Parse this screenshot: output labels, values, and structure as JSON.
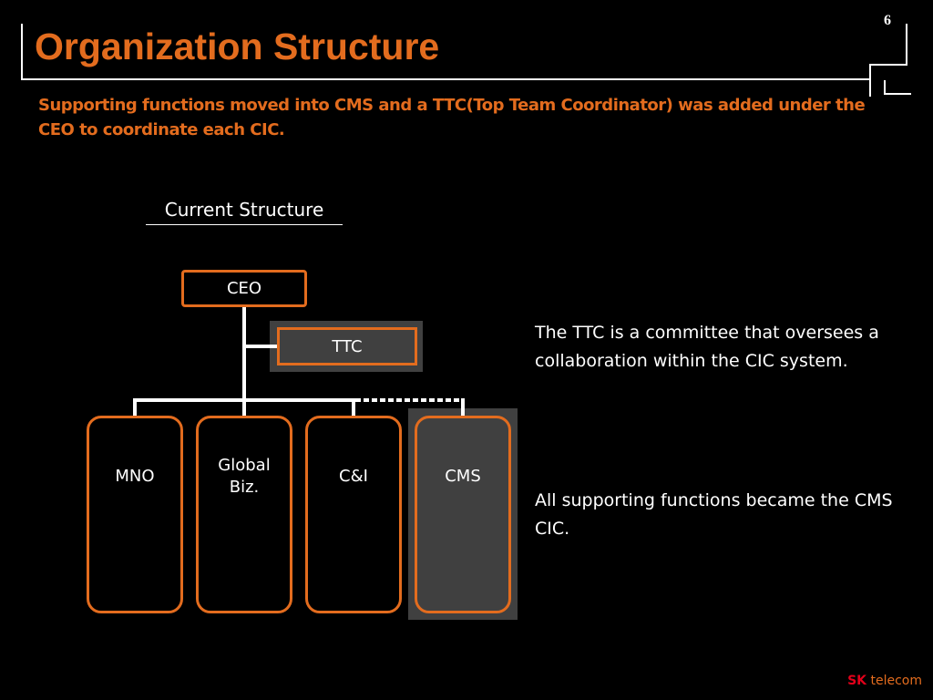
{
  "slide": {
    "title": "Organization Structure",
    "page_number": "6",
    "subtitle": "Supporting functions moved into CMS and a TTC(Top Team Coordinator) was added under the CEO to coordinate each CIC."
  },
  "diagram": {
    "section_label": "Current Structure",
    "ceo": "CEO",
    "ttc": "TTC",
    "cics": [
      {
        "label": "MNO"
      },
      {
        "label": "Global\nBiz."
      },
      {
        "label": "C&I"
      },
      {
        "label": "CMS"
      }
    ]
  },
  "notes": [
    "The TTC is a committee that oversees a collaboration within the CIC system.",
    "All supporting functions became the CMS CIC."
  ],
  "brand": {
    "sk": "SK",
    "telecom": "telecom"
  },
  "colors": {
    "background": "#000000",
    "accent": "#E36C1E",
    "text": "#FFFFFF",
    "highlight_shade": "#404040",
    "brand_red": "#E2001A"
  }
}
